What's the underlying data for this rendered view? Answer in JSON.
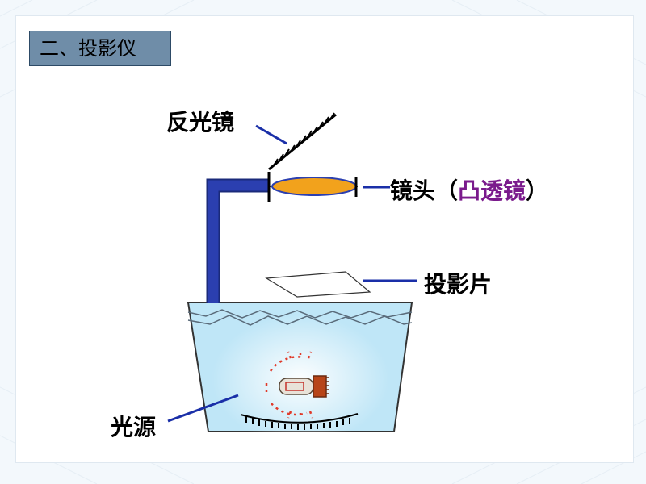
{
  "title": "二、投影仪",
  "labels": {
    "mirror": "反光镜",
    "lens": "镜头",
    "lens_open": "（",
    "lens_type": "凸透镜",
    "lens_close": "）",
    "slide": "投影片",
    "light_source": "光源"
  },
  "colors": {
    "title_bg": "#6f8da8",
    "arm": "#2b3fb0",
    "lens_fill": "#f2a21c",
    "water": "#bfe6f7",
    "leader_line": "#1a2fa8",
    "bulb_rays": "#e03a2a",
    "accent_text": "#7a1a8c"
  }
}
